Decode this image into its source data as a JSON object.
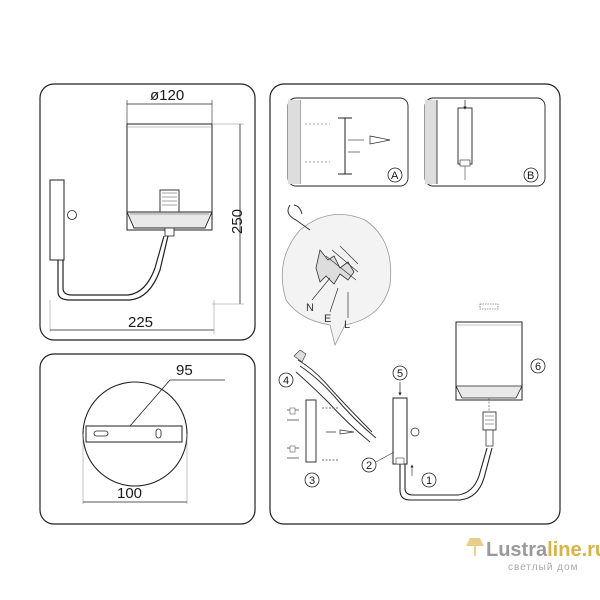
{
  "side_view": {
    "diameter_label": "ø120",
    "height_label": "250",
    "depth_label": "225"
  },
  "base_view": {
    "width_label": "95",
    "diameter_label": "100"
  },
  "install": {
    "detail_a_label": "A",
    "detail_b_label": "B",
    "wire_letters": [
      "N",
      "E",
      "L"
    ],
    "steps": [
      "1",
      "2",
      "3",
      "4",
      "5",
      "6"
    ]
  },
  "watermark": {
    "brand_main": "Lustra",
    "brand_accent": "line.ru",
    "subtitle": "светлый дом"
  }
}
